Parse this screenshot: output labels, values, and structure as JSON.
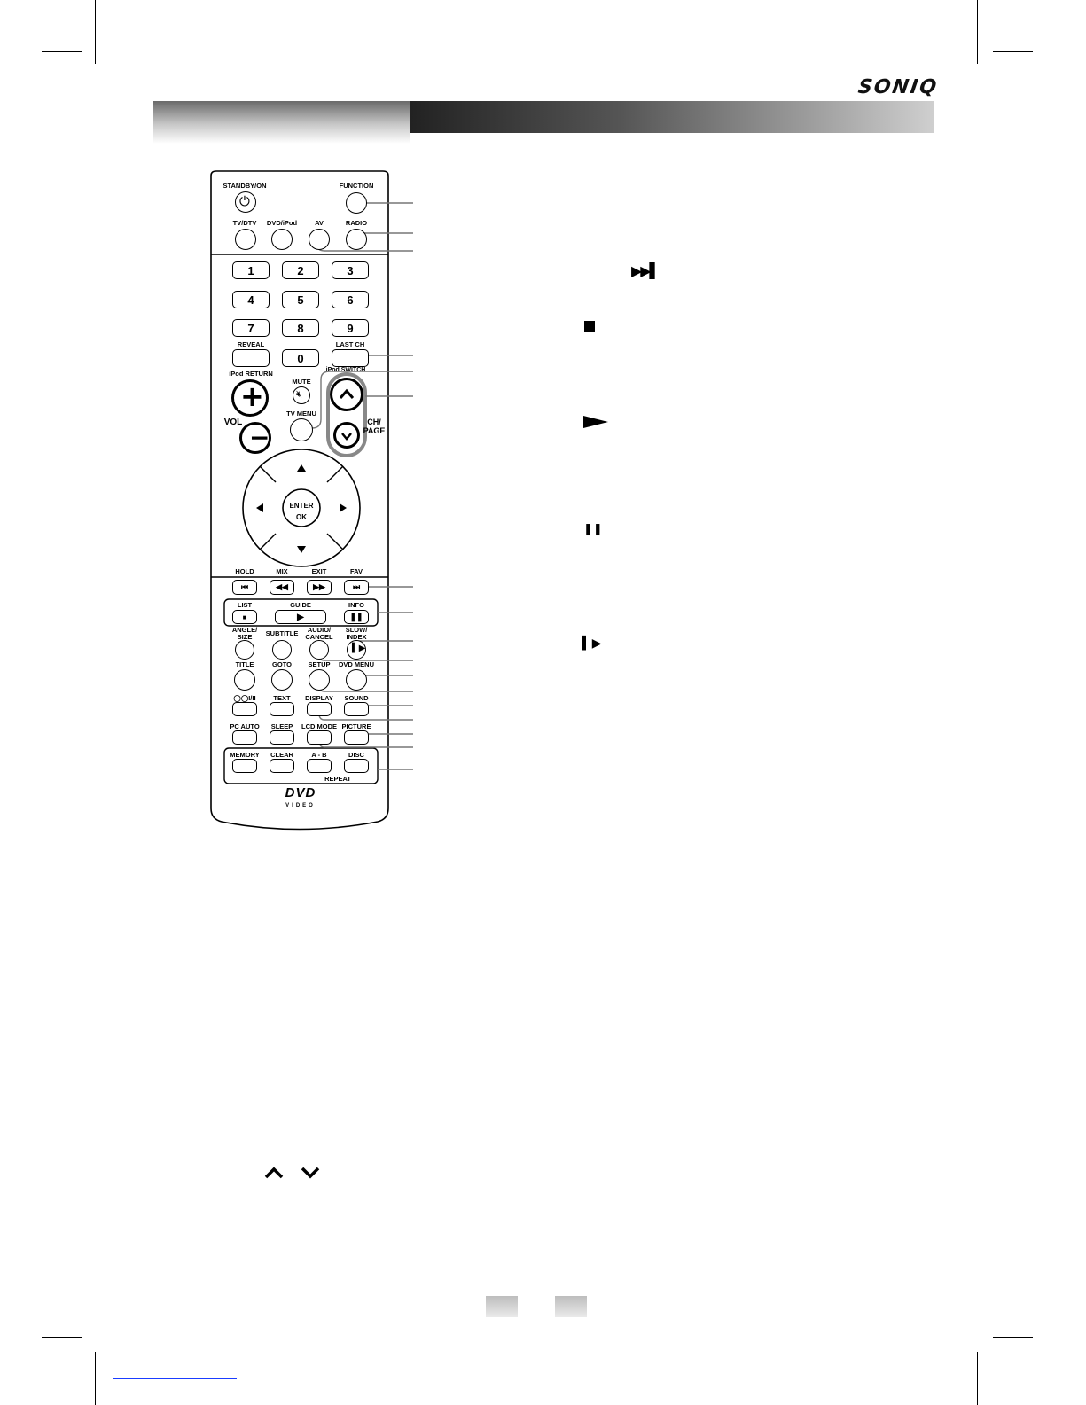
{
  "brand": {
    "logo": "SONIQ"
  },
  "remote": {
    "standby_label": "STANDBY/ON",
    "function_label": "FUNCTION",
    "tvdtv_label": "TV/DTV",
    "dvdipod_label": "DVD/iPod",
    "av_label": "AV",
    "radio_label": "RADIO",
    "num1": "1",
    "num2": "2",
    "num3": "3",
    "num4": "4",
    "num5": "5",
    "num6": "6",
    "num7": "7",
    "num8": "8",
    "num9": "9",
    "num0": "0",
    "reveal_label": "REVEAL",
    "lastch_label": "LAST CH",
    "ipod_return_label": "iPod RETURN",
    "ipod_switch_label": "iPod SWITCH",
    "mute_label": "MUTE",
    "tvmenu_label": "TV MENU",
    "vol_label": "VOL",
    "ch_label": "CH/",
    "page_label": "PAGE",
    "enter_label": "ENTER",
    "ok_label": "OK",
    "hold_label": "HOLD",
    "mix_label": "MIX",
    "exit_label": "EXIT",
    "fav_label": "FAV",
    "list_label": "LIST",
    "guide_label": "GUIDE",
    "info_label": "INFO",
    "angle_label": "ANGLE/",
    "size_label": "SIZE",
    "subtitle_label": "SUBTITLE",
    "audio_label": "AUDIO/",
    "cancel_label": "CANCEL",
    "slow_label": "SLOW/",
    "index_label": "INDEX",
    "title_label": "TITLE",
    "goto_label": "GOTO",
    "setup_label": "SETUP",
    "dvdmenu_label": "DVD MENU",
    "stereo_label": "I/II",
    "text_label": "TEXT",
    "display_label": "DISPLAY",
    "sound_label": "SOUND",
    "pcauto_label": "PC AUTO",
    "sleep_label": "SLEEP",
    "lcdmode_label": "LCD MODE",
    "picture_label": "PICTURE",
    "memory_label": "MEMORY",
    "clear_label": "CLEAR",
    "ab_label": "A - B",
    "disc_label": "DISC",
    "repeat_label": "REPEAT",
    "dvd_logo": "DVD",
    "video_logo": "VIDEO"
  }
}
